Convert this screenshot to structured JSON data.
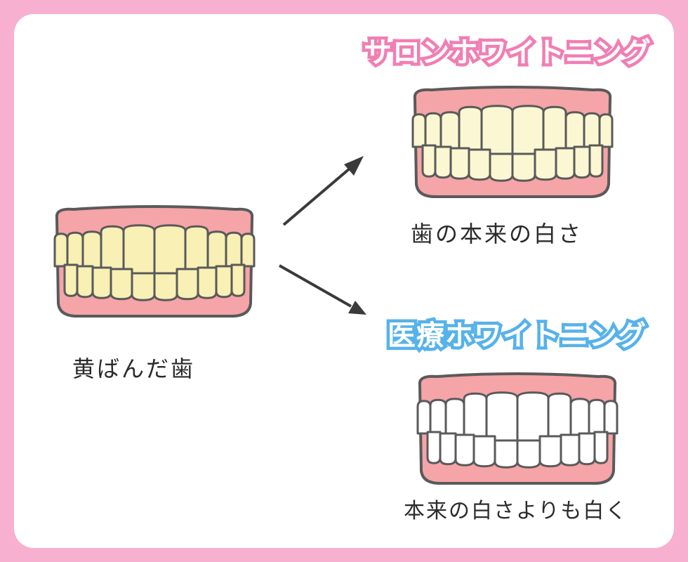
{
  "left": {
    "label": "黄ばんだ歯",
    "tooth_color": "#f8f0b4"
  },
  "salon": {
    "heading": "サロンホワイトニング",
    "caption": "歯の本来の白さ",
    "tooth_color": "#fbf7d2",
    "heading_color": "#f07fb4"
  },
  "medical": {
    "heading": "医療ホワイトニング",
    "caption": "本来の白さよりも白く",
    "tooth_color": "#ffffff",
    "heading_color": "#57b2ea"
  },
  "colors": {
    "gum": "#f5a4a8",
    "outline": "#5a5a5a",
    "background": "#f7b0cf"
  }
}
